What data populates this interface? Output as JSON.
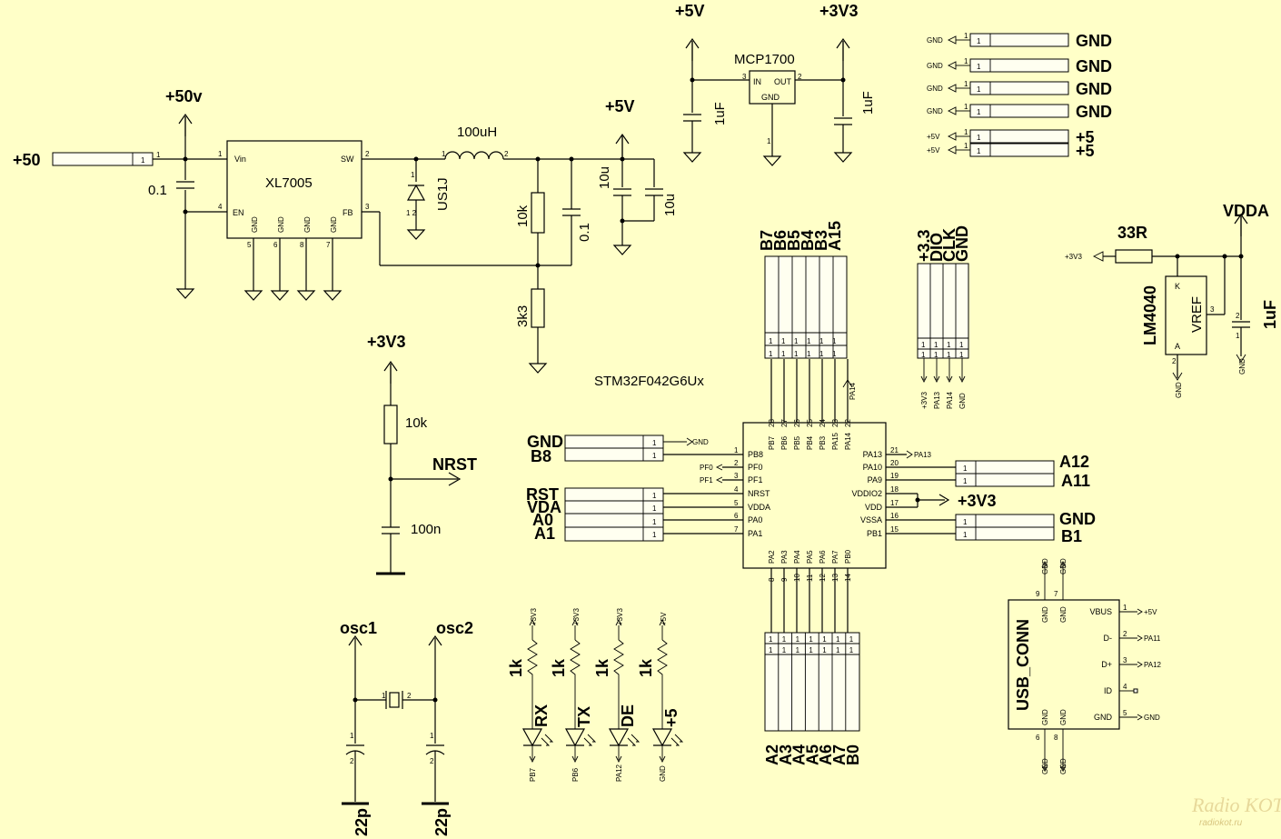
{
  "power": {
    "in_left": "+50",
    "rail_50v": "+50v",
    "rail_5v_a": "+5V",
    "rail_5v_b": "+5V",
    "rail_3v3_a": "+3V3",
    "rail_3v3_b": "+3V3",
    "rail_3v3_c": "+3V3",
    "vdda": "VDDA"
  },
  "buck": {
    "name": "XL7005",
    "pins": [
      "Vin",
      "EN",
      "GND",
      "GND",
      "GND",
      "GND",
      "SW",
      "FB"
    ],
    "pin_nums": [
      "1",
      "4",
      "5",
      "6",
      "8",
      "7",
      "2",
      "3"
    ],
    "cap_in": "0.1",
    "inductor": "100uH",
    "diode": "US1J",
    "r_top": "10k",
    "r_bot": "3k3",
    "c_fb": "0.1",
    "c_out1": "10u",
    "c_out2": "10u"
  },
  "ldo": {
    "name": "MCP1700",
    "pin_in": "IN",
    "pin_out": "OUT",
    "pin_gnd": "GND",
    "c_in": "1uF",
    "c_out": "1uF"
  },
  "nrst": {
    "r": "10k",
    "c": "100n",
    "net": "NRST"
  },
  "mcu": {
    "name": "STM32F042G6Ux",
    "top_pins": [
      {
        "n": "PB7",
        "num": "28"
      },
      {
        "n": "PB6",
        "num": "27"
      },
      {
        "n": "PB5",
        "num": "26"
      },
      {
        "n": "PB4",
        "num": "25"
      },
      {
        "n": "PB3",
        "num": "24"
      },
      {
        "n": "PA15",
        "num": "23"
      },
      {
        "n": "PA14",
        "num": "22"
      }
    ],
    "left_pins": [
      {
        "n": "PB8",
        "num": "1"
      },
      {
        "n": "PF0",
        "num": "2"
      },
      {
        "n": "PF1",
        "num": "3"
      },
      {
        "n": "NRST",
        "num": "4"
      },
      {
        "n": "VDDA",
        "num": "5"
      },
      {
        "n": "PA0",
        "num": "6"
      },
      {
        "n": "PA1",
        "num": "7"
      }
    ],
    "right_pins": [
      {
        "n": "PA13",
        "num": "21"
      },
      {
        "n": "PA10",
        "num": "20"
      },
      {
        "n": "PA9",
        "num": "19"
      },
      {
        "n": "VDDIO2",
        "num": "18"
      },
      {
        "n": "VDD",
        "num": "17"
      },
      {
        "n": "VSSA",
        "num": "16"
      },
      {
        "n": "PB1",
        "num": "15"
      }
    ],
    "bottom_pins": [
      {
        "n": "PA2",
        "num": "8"
      },
      {
        "n": "PA3",
        "num": "9"
      },
      {
        "n": "PA4",
        "num": "10"
      },
      {
        "n": "PA5",
        "num": "11"
      },
      {
        "n": "PA6",
        "num": "12"
      },
      {
        "n": "PA7",
        "num": "13"
      },
      {
        "n": "PB0",
        "num": "14"
      }
    ],
    "net_pa14": "PA14",
    "net_pa13": "PA13",
    "net_pf0": "PF0",
    "net_pf1": "PF1",
    "net_gnd": "GND",
    "vdd_net": "+3V3"
  },
  "headers": {
    "top_labels": [
      "B7",
      "B6",
      "B5",
      "B4",
      "B3",
      "A15"
    ],
    "bottom_labels": [
      "A2",
      "A3",
      "A4",
      "A5",
      "A6",
      "A7",
      "B0"
    ],
    "swd_labels": [
      "+3.3",
      "DIO",
      "CLK",
      "GND"
    ],
    "swd_nets": [
      "+3V3",
      "PA13",
      "PA14",
      "GND"
    ],
    "left_labels": [
      "GND",
      "B8",
      "RST",
      "VDA",
      "A0",
      "A1"
    ],
    "right_labels": [
      "A12",
      "A11",
      "GND",
      "B1"
    ],
    "power_labels": [
      "GND",
      "GND",
      "GND",
      "GND",
      "+5",
      "+5"
    ],
    "power_nets": [
      "GND",
      "GND",
      "GND",
      "GND",
      "+5V",
      "+5V"
    ],
    "pin1": "1"
  },
  "vref": {
    "r": "33R",
    "name": "LM4040",
    "pin_k": "K",
    "pin_a": "A",
    "ref": "VREF",
    "c": "1uF",
    "net_3v3": "+3V3",
    "net_gnd": "GND"
  },
  "leds": [
    {
      "r": "1k",
      "label": "RX",
      "top": "+3V3",
      "bot": "PB7"
    },
    {
      "r": "1k",
      "label": "TX",
      "top": "+3V3",
      "bot": "PB6"
    },
    {
      "r": "1k",
      "label": "DE",
      "top": "+3V3",
      "bot": "PA12"
    },
    {
      "r": "1k",
      "label": "+5",
      "top": "+5V",
      "bot": "GND"
    }
  ],
  "osc": {
    "osc1": "osc1",
    "osc2": "osc2",
    "c1": "22p",
    "c2": "22p"
  },
  "usb": {
    "name": "USB_CONN",
    "pins_right": [
      {
        "n": "VBUS",
        "num": "1",
        "net": "+5V"
      },
      {
        "n": "D-",
        "num": "2",
        "net": "PA11"
      },
      {
        "n": "D+",
        "num": "3",
        "net": "PA12"
      },
      {
        "n": "ID",
        "num": "4",
        "net": ""
      },
      {
        "n": "GND",
        "num": "5",
        "net": "GND"
      }
    ],
    "gnd_label": "GND",
    "top_nums": [
      "9",
      "7"
    ],
    "bot_nums": [
      "6",
      "8"
    ]
  },
  "watermark": {
    "brand": "Radio KOT",
    "url": "radiokot.ru"
  }
}
